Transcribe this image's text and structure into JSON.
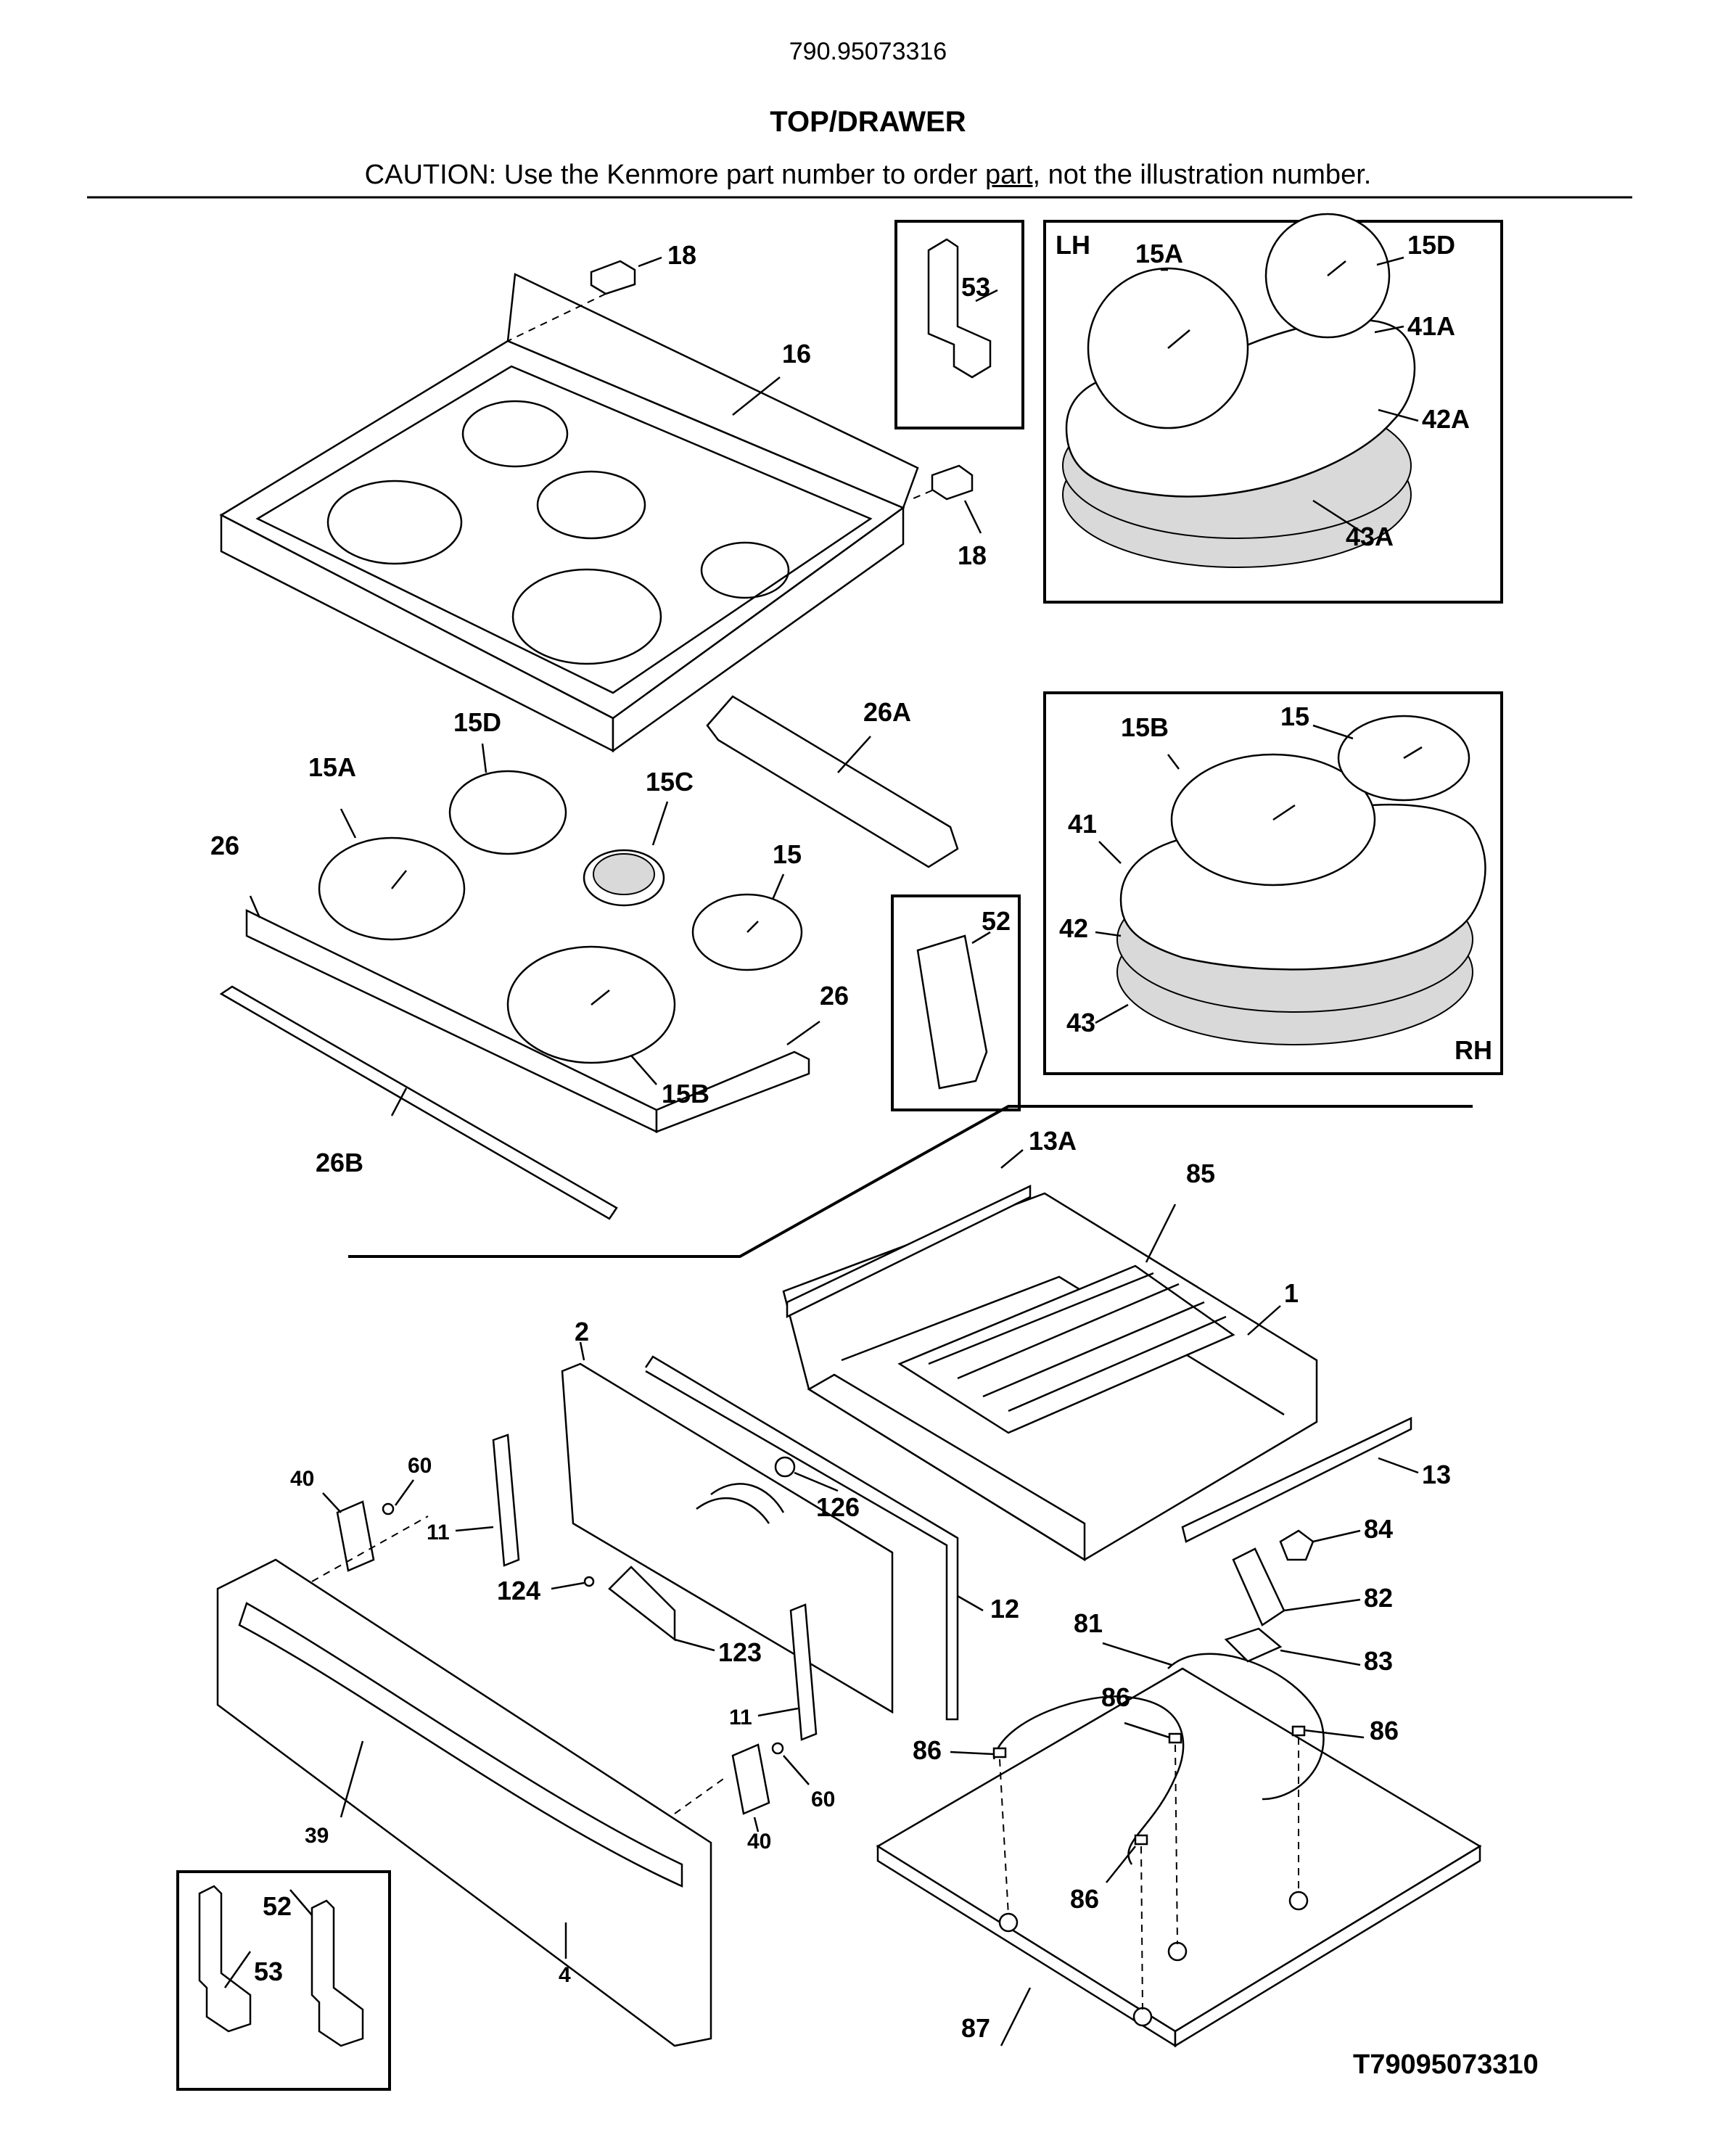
{
  "header": {
    "model_number": "790.95073316",
    "section_title": "TOP/DRAWER",
    "caution_before": "CAUTION: Use the Kenmore part number to order ",
    "caution_link": "part",
    "caution_after": ", not the illustration number."
  },
  "callouts": {
    "c18a": "18",
    "c16": "16",
    "c18b": "18",
    "c53a": "53",
    "lh": "LH",
    "c15A_lh": "15A",
    "c15D_lh": "15D",
    "c41A": "41A",
    "c42A": "42A",
    "c43A": "43A",
    "c15D": "15D",
    "c15C": "15C",
    "c26A": "26A",
    "c15A": "15A",
    "c26a": "26",
    "c15": "15",
    "c26b": "26",
    "c15B": "15B",
    "c26B": "26B",
    "c52a": "52",
    "c15B_rh": "15B",
    "c15_rh": "15",
    "c41": "41",
    "c42": "42",
    "c43": "43",
    "rh": "RH",
    "c13A": "13A",
    "c85": "85",
    "c1": "1",
    "c2": "2",
    "c13": "13",
    "c126": "126",
    "c40a": "40",
    "c60a": "60",
    "c11a": "11",
    "c124": "124",
    "c12": "12",
    "c84": "84",
    "c82": "82",
    "c81": "81",
    "c83": "83",
    "c123": "123",
    "c86a": "86",
    "c86b": "86",
    "c86c": "86",
    "c11b": "11",
    "c60b": "60",
    "c39": "39",
    "c40b": "40",
    "c86d": "86",
    "c52b": "52",
    "c53b": "53",
    "c4": "4",
    "c87": "87"
  },
  "diagram_id": "T79095073310"
}
